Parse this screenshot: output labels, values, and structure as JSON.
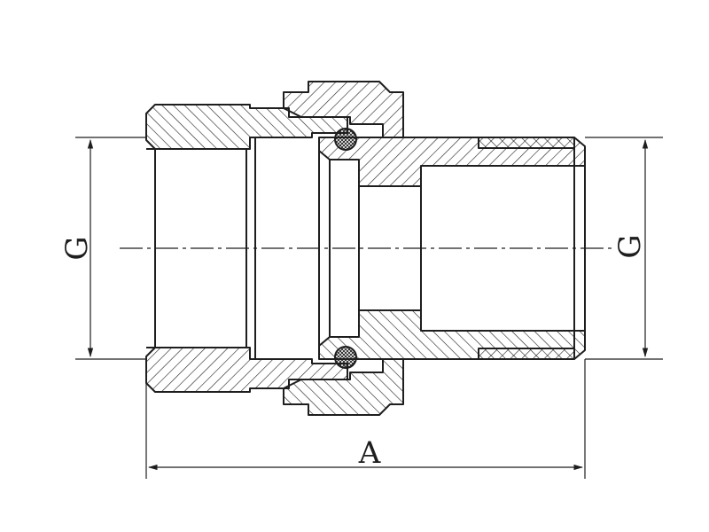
{
  "drawing": {
    "labels": {
      "left_dimension": "G",
      "right_dimension": "G",
      "length_dimension": "A"
    },
    "colors": {
      "line": "#1e1e1e",
      "background": "#ffffff"
    }
  }
}
